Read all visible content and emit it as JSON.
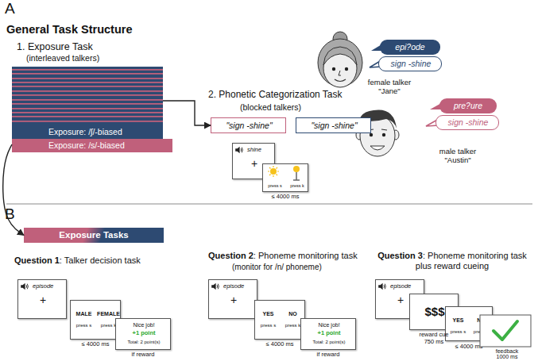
{
  "diagram": {
    "nodes": [
      {
        "text": [
          "1. Exposure Task",
          "(interleaved talkers)"
        ]
      },
      {
        "text": [
          "Exposure: /ʃ/-biased"
        ],
        "in": 0
      },
      {
        "text": [
          "Exposure: /s/-biased"
        ],
        "in": 0
      },
      {
        "text": [
          "\"sign -shine\""
        ]
      },
      {
        "text": [
          "\"sign -shine\""
        ]
      },
      {
        "text": [
          "shine",
          "+"
        ]
      },
      {
        "text": [
          "press s",
          "press k"
        ]
      },
      {
        "text": [
          "epi?ode"
        ]
      },
      {
        "text": [
          "sign -shine"
        ]
      },
      {
        "text": [
          "pre?ure"
        ]
      },
      {
        "text": [
          "sign -shine"
        ]
      },
      {
        "text": [
          "Exposure Tasks"
        ]
      },
      {
        "text": [
          "episode",
          "+"
        ]
      },
      {
        "text": [
          "MALE",
          "FEMALE",
          "press s",
          "press k"
        ]
      },
      {
        "text": [
          "Nice job!",
          "+1 point",
          "Total: 2 point(s)"
        ]
      },
      {
        "text": [
          "episode",
          "+"
        ]
      },
      {
        "text": [
          "YES",
          "NO",
          "press s",
          "press k"
        ]
      },
      {
        "text": [
          "Nice job!",
          "+1 point",
          "Total: 2 point(s)"
        ]
      },
      {
        "text": [
          "episode",
          "+"
        ]
      },
      {
        "text": [
          "$$$"
        ]
      },
      {
        "text": [
          "YES",
          "NO",
          "press s",
          "press k"
        ]
      }
    ],
    "edges": [
      {
        "from": 0,
        "to": 3,
        "arrow": "to"
      },
      {
        "from": 0,
        "to": 11,
        "arrow": "to"
      }
    ],
    "labels": [
      "A",
      "General Task Structure",
      "2. Phonetic Categorization Task",
      "(blocked talkers)",
      "≤ 4000 ms",
      "female talker \"Jane\"",
      "male talker \"Austin\"",
      "B",
      "Question 1",
      ": Talker decision task",
      "≤ 4000 ms",
      "if reward",
      "Question 2",
      ": Phoneme monitoring task",
      "(monitor for /n/ phoneme)",
      "≤ 4000 ms",
      "if reward",
      "Question 3",
      ": Phoneme monitoring task plus reward cueing",
      "reward cue 750 ms",
      "≤ 4000 ms",
      "feedback 1000 ms"
    ]
  }
}
